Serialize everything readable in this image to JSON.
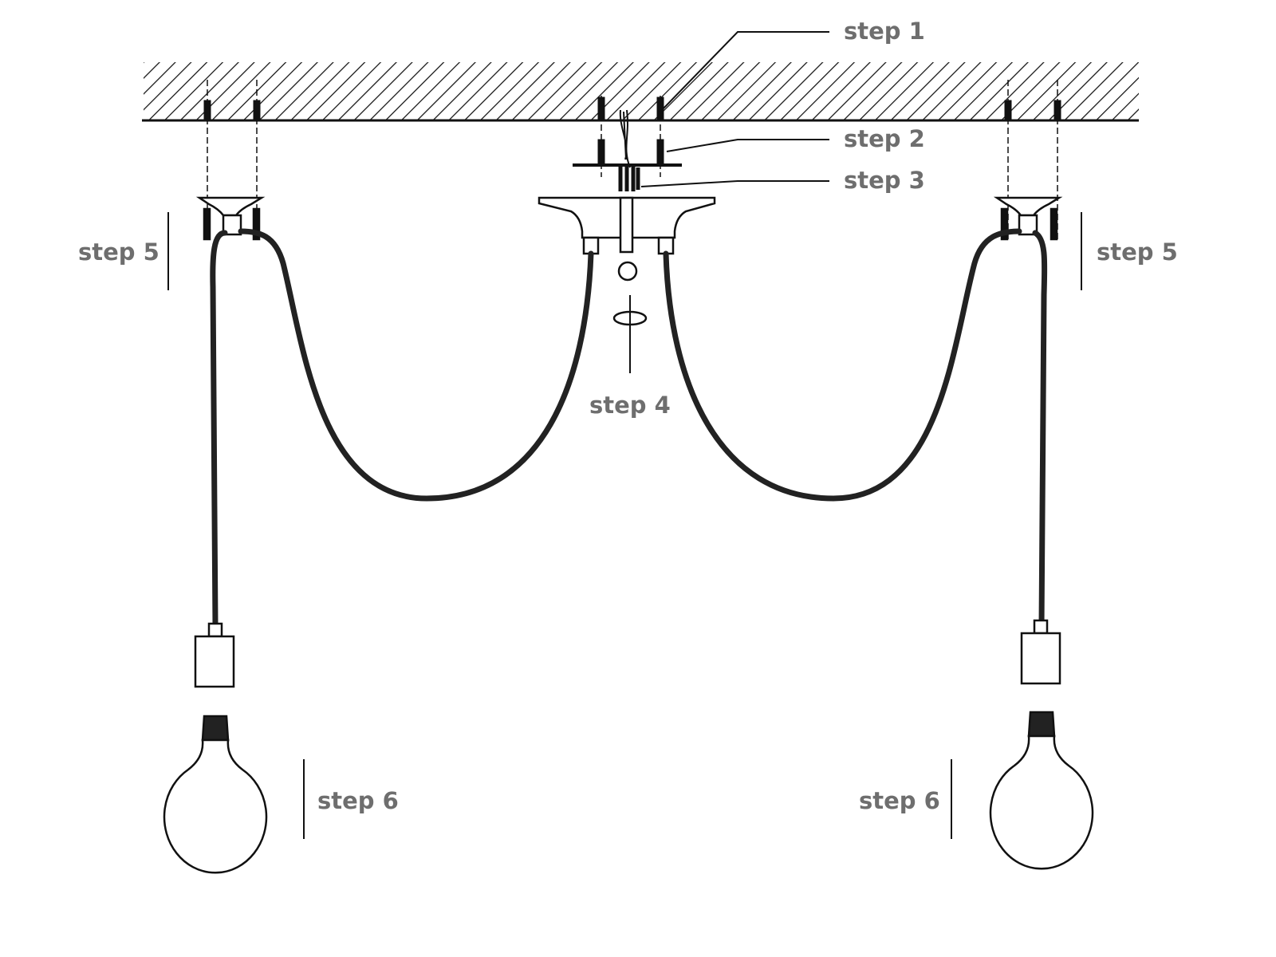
{
  "title": "Two-pendant ceiling lamp installation diagram",
  "steps": {
    "step1": "step 1",
    "step2": "step 2",
    "step3": "step 3",
    "step4": "step 4",
    "step5_left": "step 5",
    "step5_right": "step 5",
    "step6_left": "step 6",
    "step6_right": "step 6"
  },
  "colors": {
    "line": "#111111",
    "label": "#6e6e6e",
    "cable": "#333333"
  }
}
